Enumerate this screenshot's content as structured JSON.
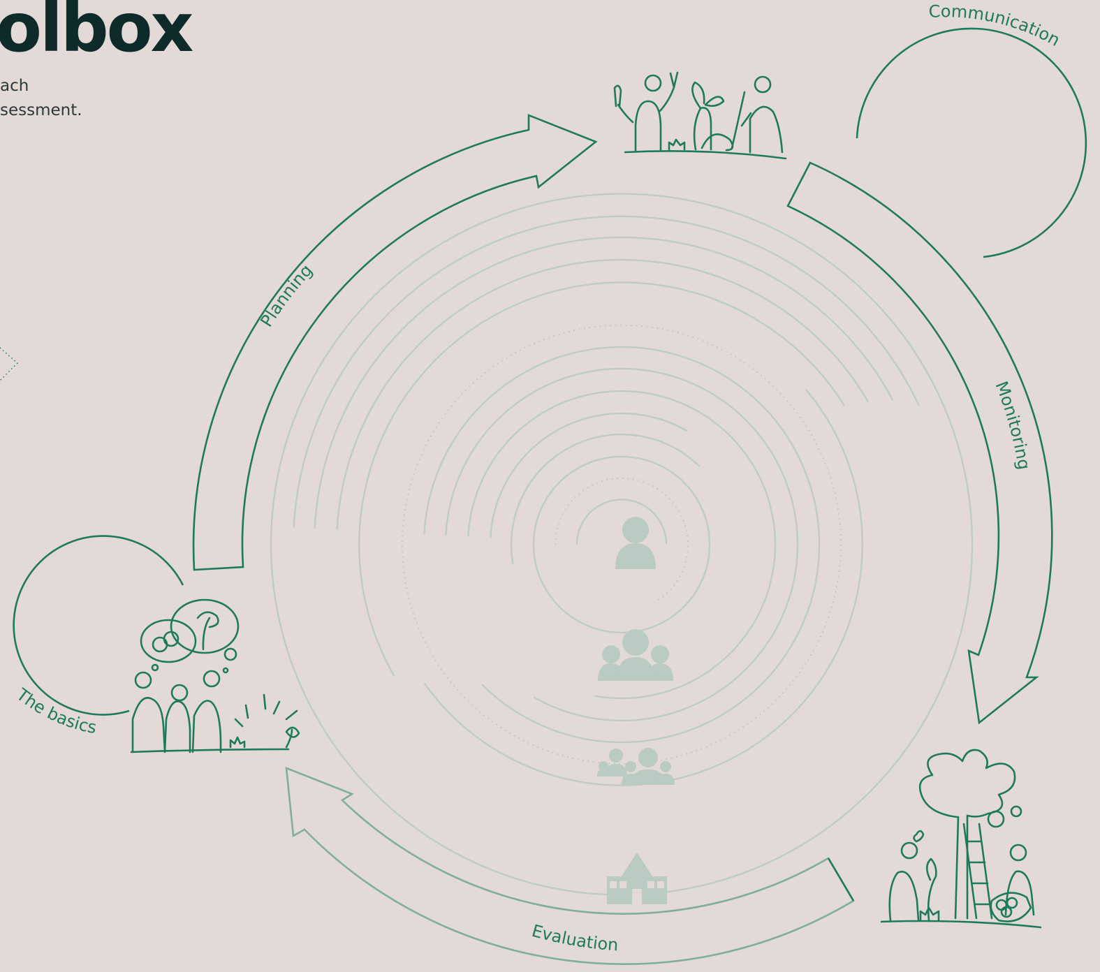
{
  "header": {
    "title": "olbox",
    "intro_lines": [
      "ach",
      "sessment."
    ]
  },
  "cycle": {
    "stages": [
      {
        "label": "Planning"
      },
      {
        "label": "Monitoring"
      },
      {
        "label": "Evaluation"
      },
      {
        "label": "The basics"
      },
      {
        "label": "Communication"
      }
    ]
  },
  "center": {
    "levels": [
      {
        "icon": "person-icon"
      },
      {
        "icon": "group-icon"
      },
      {
        "icon": "community-icon"
      },
      {
        "icon": "building-icon"
      }
    ]
  },
  "colors": {
    "accent": "#1e7a5c",
    "background": "#e3dad7",
    "title": "#0e2a2b",
    "rings": "#bfccc6"
  }
}
